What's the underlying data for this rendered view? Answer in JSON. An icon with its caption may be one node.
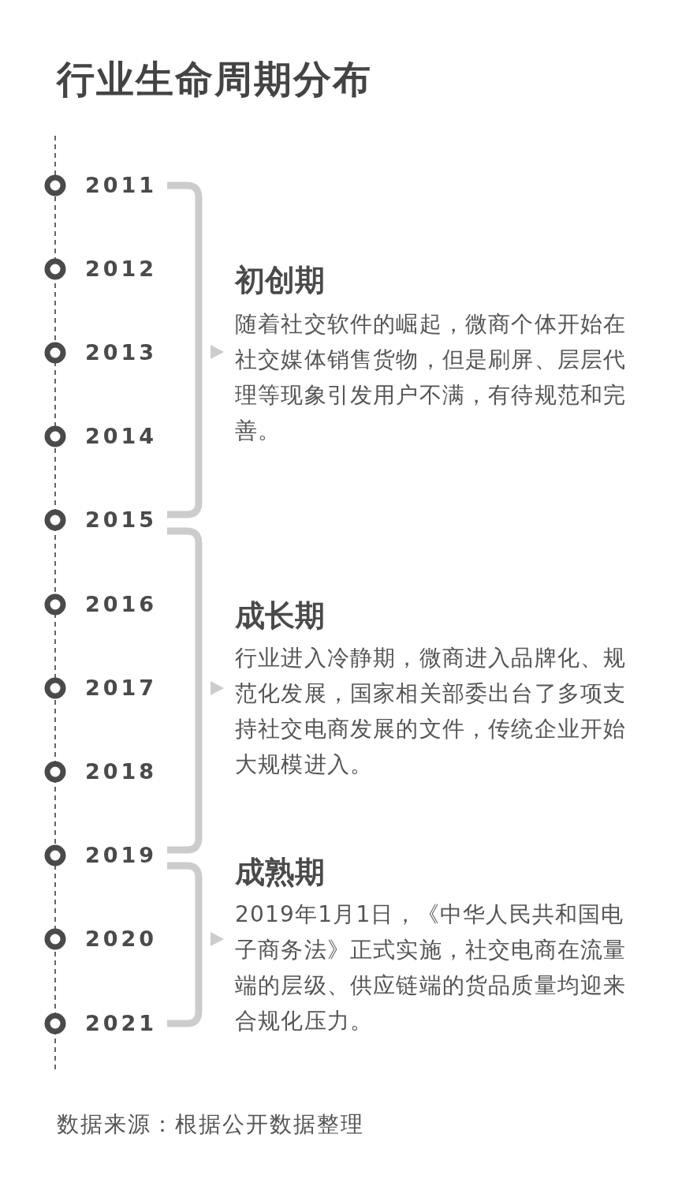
{
  "diagram": {
    "title": "行业生命周期分布",
    "labels": [
      "2011",
      "2012",
      "2013",
      "2014",
      "2015",
      "2016",
      "2017",
      "2018",
      "2019",
      "2020",
      "2021",
      "初创期",
      "随着社交软件的崛起，微商个体开始在社交媒体销售货物，但是刷屏、层层代理等现象引发用户不满，有待规范和完善。",
      "成长期",
      "行业进入冷静期，微商进入品牌化、规范化发展，国家相关部委出台了多项支持社交电商发展的文件，传统企业开始大规模进入。",
      "成熟期",
      "2019年1月1日，《中华人民共和国电子商务法》正式实施，社交电商在流量端的层级、供应链端的货品质量均迎来合规化压力。"
    ],
    "caption": "数据来源：根据公开数据整理"
  }
}
